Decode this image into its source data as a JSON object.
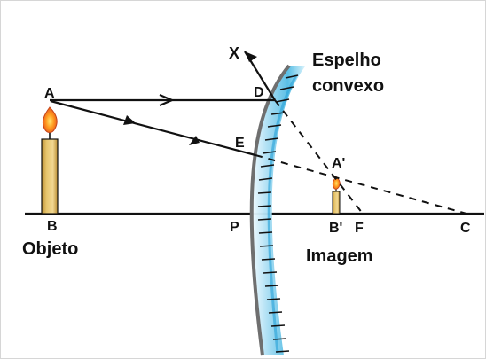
{
  "diagram": {
    "labels": {
      "x": "X",
      "mirror_line1": "Espelho",
      "mirror_line2": "convexo",
      "a": "A",
      "d": "D",
      "e": "E",
      "a_prime": "A'",
      "b": "B",
      "p": "P",
      "b_prime": "B'",
      "f": "F",
      "c": "C",
      "objeto": "Objeto",
      "imagem": "Imagem"
    },
    "colors": {
      "mirror": "#7fd0ef",
      "mirror_edge": "#6f6f6f",
      "lines": "#111111",
      "candle": "#e5c36b",
      "flame": "#e65a18"
    }
  }
}
